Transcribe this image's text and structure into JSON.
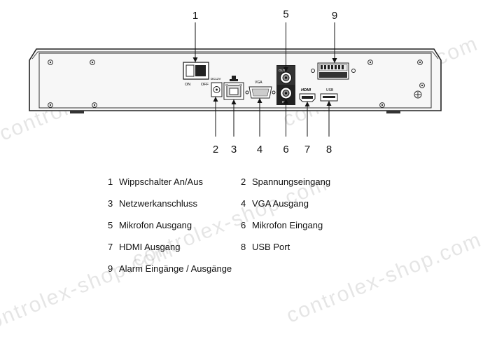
{
  "watermark": "controlex-shop.com",
  "callouts": {
    "c1": "1",
    "c2": "2",
    "c3": "3",
    "c4": "4",
    "c5": "5",
    "c6": "6",
    "c7": "7",
    "c8": "8",
    "c9": "9"
  },
  "panel_labels": {
    "switch_on": "ON",
    "switch_off": "OFF",
    "power": "DC12V",
    "vga": "VGA",
    "mic_out": "OUT",
    "mic_in": "IN",
    "hdmi": "HDMI",
    "usb": "USB"
  },
  "legend": [
    {
      "num": "1",
      "text": "Wippschalter An/Aus"
    },
    {
      "num": "2",
      "text": "Spannungseingang"
    },
    {
      "num": "3",
      "text": "Netzwerkanschluss"
    },
    {
      "num": "4",
      "text": "VGA Ausgang"
    },
    {
      "num": "5",
      "text": "Mikrofon Ausgang"
    },
    {
      "num": "6",
      "text": "Mikrofon Eingang"
    },
    {
      "num": "7",
      "text": "HDMI Ausgang"
    },
    {
      "num": "8",
      "text": "USB Port"
    },
    {
      "num": "9",
      "text": "Alarm Eingänge / Ausgänge"
    }
  ]
}
